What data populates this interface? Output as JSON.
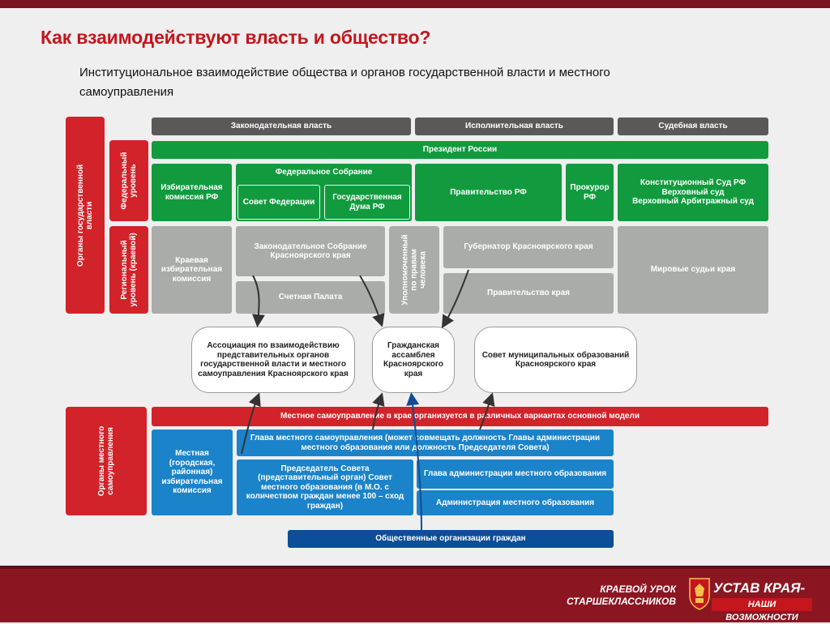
{
  "header": {
    "title": "Как взаимодействуют власть и общество?",
    "subtitle": "Институциональное взаимодействие общества и органов государственной власти и местного самоуправления"
  },
  "side": {
    "state_organs": "Органы государственной\nвласти",
    "federal_level": "Федеральный\nуровень",
    "regional_level": "Региональный\nуровень (краевой)",
    "local_organs": "Органы местного\nсамоуправления"
  },
  "branches": {
    "legislative": "Законодательная власть",
    "executive": "Исполнительная власть",
    "judicial": "Судебная власть"
  },
  "federal": {
    "president": "Президент России",
    "election_commission": "Избирательная комиссия РФ",
    "federal_assembly": "Федеральное Собрание",
    "federation_council": "Совет Федерации",
    "state_duma": "Государственная Дума РФ",
    "government": "Правительство РФ",
    "prosecutor": "Прокурор РФ",
    "courts": "Конституционный Суд РФ\nВерховный суд\nВерховный Арбитражный суд"
  },
  "regional": {
    "election_commission": "Краевая избирательная комиссия",
    "legislative_assembly": "Законодательное Собрание Красноярского края",
    "accounts_chamber": "Счетная Палата",
    "ombudsman": "Уполномоченный\nпо правам\nчеловека",
    "governor": "Губернатор Красноярского края",
    "government": "Правительство края",
    "justices": "Мировые судьи края"
  },
  "civil": {
    "association": "Ассоциация по взаимодействию представительных органов государственной власти и местного самоуправления Красноярского края",
    "civic_assembly": "Гражданская ассамблея Красноярского края",
    "municipal_council": "Совет муниципальных образований Красноярского края"
  },
  "local": {
    "banner": "Местное самоуправление в крае организуется в различных вариантах основной модели",
    "election_commission": "Местная (городская, районная) избирательная комиссия",
    "head": "Глава местного самоуправления (может совмещать должность Главы администрации местного образования или должность Председателя Совета)",
    "council_chair": "Председатель Совета (представительный орган) Совет местного образования (в М.О. с количеством граждан менее 100 – сход граждан)",
    "admin_head": "Глава администрации местного образования",
    "administration": "Администрация местного образования",
    "public_orgs": "Общественные организации граждан"
  },
  "footer": {
    "line1": "КРАЕВОЙ УРОК",
    "line2": "СТАРШЕКЛАССНИКОВ",
    "logo_top": "УСТАВ КРАЯ-",
    "logo_bottom": "НАШИ ВОЗМОЖНОСТИ"
  },
  "colors": {
    "red": "#d2232a",
    "green": "#119b3e",
    "gray": "#a9aca8",
    "dark": "#5b5858",
    "blue": "#1b83c9",
    "navy": "#0c4e97",
    "footer": "#8b1622"
  }
}
